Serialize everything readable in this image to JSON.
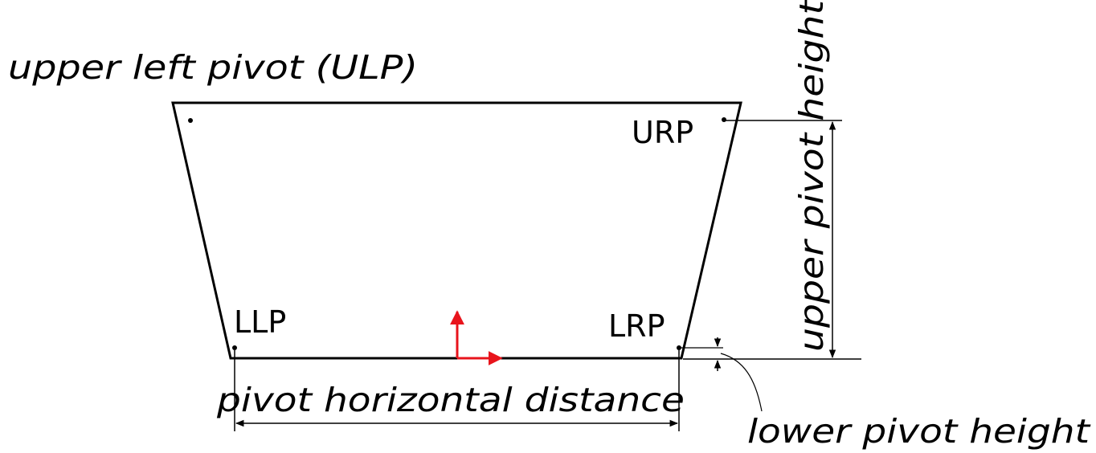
{
  "labels": {
    "ulp": "upper left pivot (ULP)",
    "urp": "URP",
    "llp": "LLP",
    "lrp": "LRP",
    "upper_pivot_height": "upper pivot height",
    "pivot_horizontal_distance": "pivot horizontal distance",
    "lower_pivot_height": "lower pivot height"
  },
  "colors": {
    "outline": "#000000",
    "axis_arrows": "#e8141c",
    "dimension_lines": "#000000"
  }
}
